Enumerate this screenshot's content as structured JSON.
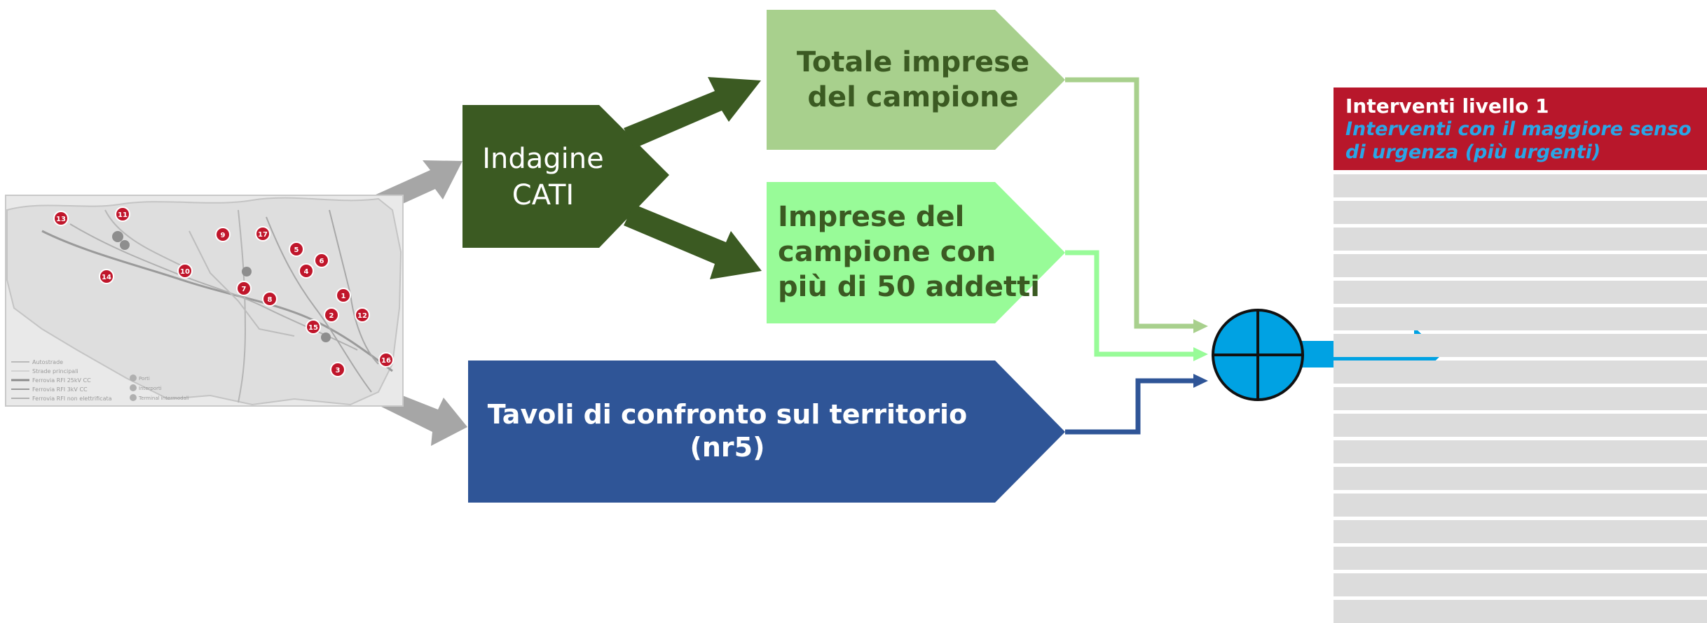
{
  "map": {
    "markers": [
      "1",
      "2",
      "3",
      "4",
      "5",
      "6",
      "7",
      "8",
      "9",
      "10",
      "11",
      "12",
      "13",
      "14",
      "15",
      "16",
      "17"
    ],
    "legend": [
      "Autostrade",
      "Strade principali",
      "Ferrovia RFI 25kV CC",
      "Ferrovia RFI 3kV CC",
      "Ferrovia RFI non elettrificata"
    ],
    "legend_right": [
      "Porti",
      "Interporti",
      "Terminal intermodali"
    ]
  },
  "nodes": {
    "cati": [
      "Indagine",
      "CATI"
    ],
    "totale": [
      "Totale imprese",
      "del campione"
    ],
    "imprese": [
      "Imprese del",
      "campione con",
      "più di 50 addetti"
    ],
    "tavoli": [
      "Tavoli di confronto sul territorio",
      "(nr5)"
    ]
  },
  "panel": {
    "title": "Interventi livello 1",
    "subtitle": "Interventi con il maggiore senso di urgenza (più urgenti)"
  },
  "colors": {
    "cati": "#3b5a22",
    "totale": "#a8d08d",
    "imprese": "#98fb98",
    "tavoli": "#2f5597",
    "merge": "#00a2e3",
    "panel_header": "#b8172b",
    "panel_row": "#dcdcdc",
    "map_marker": "#c0162b"
  },
  "icons": {
    "merge": "summing-junction-icon"
  }
}
